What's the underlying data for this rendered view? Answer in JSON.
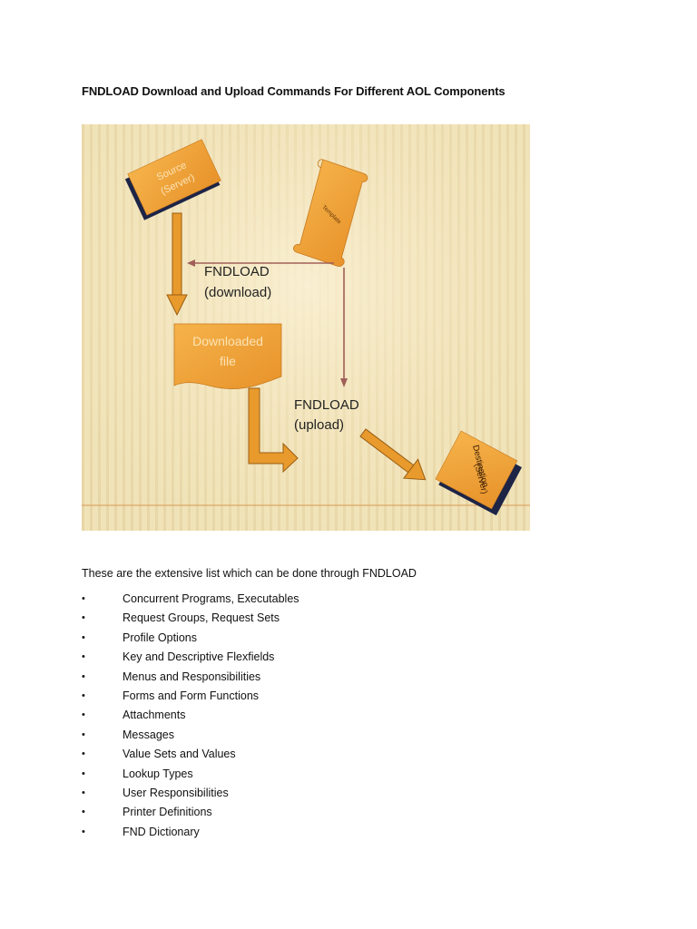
{
  "document": {
    "title": "FNDLOAD Download and Upload Commands For Different AOL Components",
    "intro": "These are the extensive list which can be done through FNDLOAD",
    "bullet_symbol": "•",
    "items": [
      "Concurrent Programs, Executables",
      "Request Groups, Request Sets",
      "Profile Options",
      "Key and Descriptive Flexfields",
      "Menus and Responsibilities",
      "Forms and Form Functions",
      "Attachments",
      "Messages",
      "Value Sets and Values",
      "Lookup Types",
      "User Responsibilities",
      "Printer Definitions",
      "FND Dictionary"
    ]
  },
  "diagram": {
    "source_line1": "Source",
    "source_line2": "(Server)",
    "template_label": "Template",
    "download_label_line1": "FNDLOAD",
    "download_label_line2": "(download)",
    "downloaded_file_line1": "Downloaded",
    "downloaded_file_line2": "file",
    "upload_label_line1": "FNDLOAD",
    "upload_label_line2": "(upload)",
    "destination_line1": "Destination",
    "destination_line2": "(Server)",
    "colors": {
      "background": "#f1e3b8",
      "stripe": "#e5d29e",
      "box_fill": "#f0a436",
      "box_shadow": "#1d2446",
      "arrow_fill": "#e89a2c",
      "arrow_stroke": "#9a5d12",
      "thin_arrow": "#a06058"
    }
  }
}
